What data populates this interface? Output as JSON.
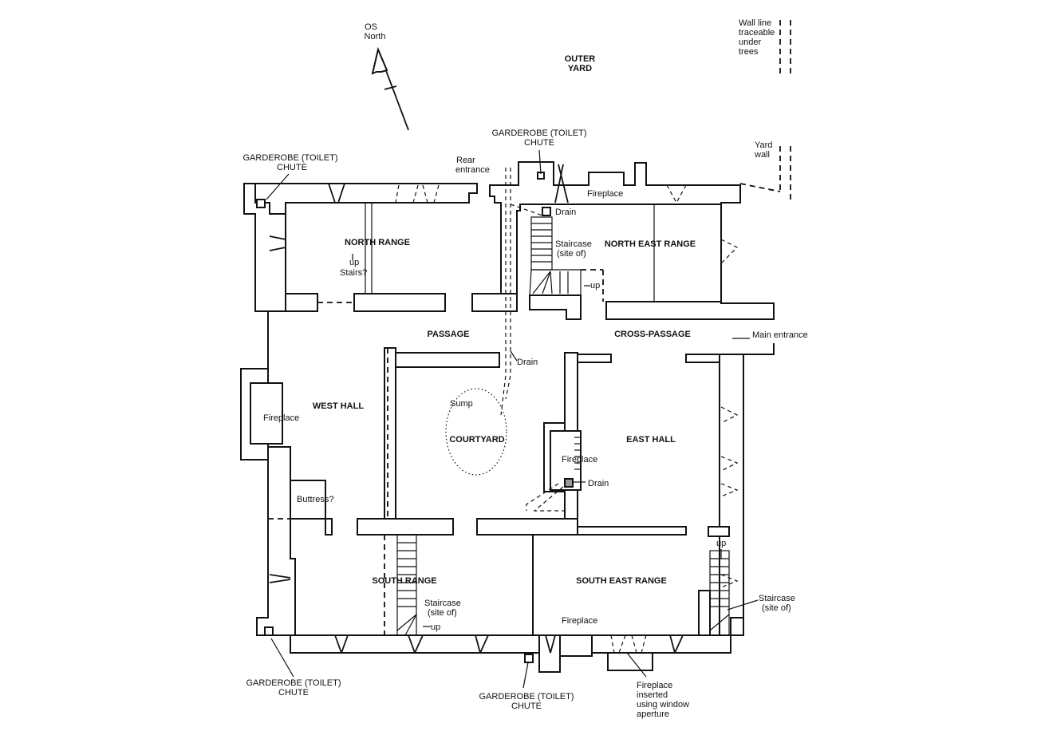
{
  "labels": {
    "os_north_1": "OS",
    "os_north_2": "North",
    "outer_yard_1": "OUTER",
    "outer_yard_2": "YARD",
    "wall_line_1": "Wall line",
    "wall_line_2": "traceable",
    "wall_line_3": "under",
    "wall_line_4": "trees",
    "yard_wall_1": "Yard",
    "yard_wall_2": "wall",
    "garderobe_nw_1": "GARDEROBE (TOILET)",
    "garderobe_nw_2": "CHUTE",
    "garderobe_n_1": "GARDEROBE (TOILET)",
    "garderobe_n_2": "CHUTE",
    "garderobe_sw_1": "GARDEROBE (TOILET)",
    "garderobe_sw_2": "CHUTE",
    "garderobe_s_1": "GARDEROBE (TOILET)",
    "garderobe_s_2": "CHUTE",
    "rear_entrance_1": "Rear",
    "rear_entrance_2": "entrance",
    "drain_n": "Drain",
    "drain_c": "Drain",
    "drain_e": "Drain",
    "fireplace_ne": "Fireplace",
    "fireplace_w": "Fireplace",
    "fireplace_e": "Fireplace",
    "fireplace_s": "Fireplace",
    "north_range": "NORTH RANGE",
    "up_n": "up",
    "stairs_q": "Stairs?",
    "staircase_n_1": "Staircase",
    "staircase_n_2": "(site of)",
    "up_ne": "up",
    "north_east_range": "NORTH EAST RANGE",
    "passage": "PASSAGE",
    "cross_passage": "CROSS-PASSAGE",
    "main_entrance": "Main entrance",
    "west_hall": "WEST HALL",
    "sump": "Sump",
    "courtyard": "COURTYARD",
    "east_hall": "EAST HALL",
    "buttress": "Buttress?",
    "south_range": "SOUTH RANGE",
    "staircase_s_1": "Staircase",
    "staircase_s_2": "(site of)",
    "up_s": "up",
    "south_east_range": "SOUTH EAST RANGE",
    "up_se": "up",
    "staircase_se_1": "Staircase",
    "staircase_se_2": "(site of)",
    "fp_inserted_1": "Fireplace",
    "fp_inserted_2": "inserted",
    "fp_inserted_3": "using window",
    "fp_inserted_4": "aperture"
  }
}
